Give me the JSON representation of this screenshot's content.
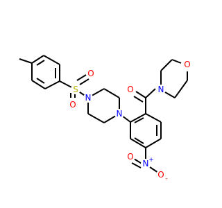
{
  "colors": {
    "carbon": "#000000",
    "oxygen": "#ff0000",
    "nitrogen": "#0000ff",
    "sulfur": "#b2b200",
    "background": "#ffffff"
  },
  "atoms": {
    "sulfonyl_oxygen_top": {
      "symbol": "O",
      "element": "oxygen"
    },
    "sulfur": {
      "symbol": "S",
      "element": "sulfur"
    },
    "sulfonyl_oxygen_bottom": {
      "symbol": "O",
      "element": "oxygen"
    },
    "piperazine_n_sulfonyl": {
      "symbol": "N",
      "element": "nitrogen"
    },
    "piperazine_n_aryl": {
      "symbol": "N",
      "element": "nitrogen"
    },
    "carbonyl_oxygen": {
      "symbol": "O",
      "element": "oxygen"
    },
    "morpholine_n": {
      "symbol": "N",
      "element": "nitrogen"
    },
    "morpholine_o": {
      "symbol": "O",
      "element": "oxygen"
    },
    "nitro_n": {
      "symbol": "N",
      "charge": "+",
      "element": "nitrogen"
    },
    "nitro_o_double": {
      "symbol": "O",
      "element": "oxygen"
    },
    "nitro_o_single": {
      "symbol": "O",
      "charge": "-",
      "element": "oxygen"
    }
  }
}
